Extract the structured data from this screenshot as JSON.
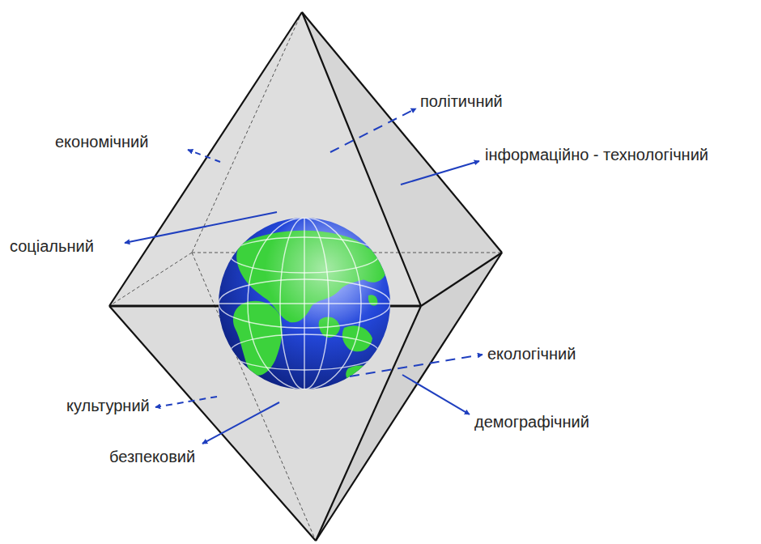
{
  "diagram": {
    "labels": [
      "політичний",
      "економічний",
      "інформаційно - технологічний",
      "соціальний",
      "екологічний",
      "демографічний",
      "культурний",
      "безпековий"
    ]
  }
}
